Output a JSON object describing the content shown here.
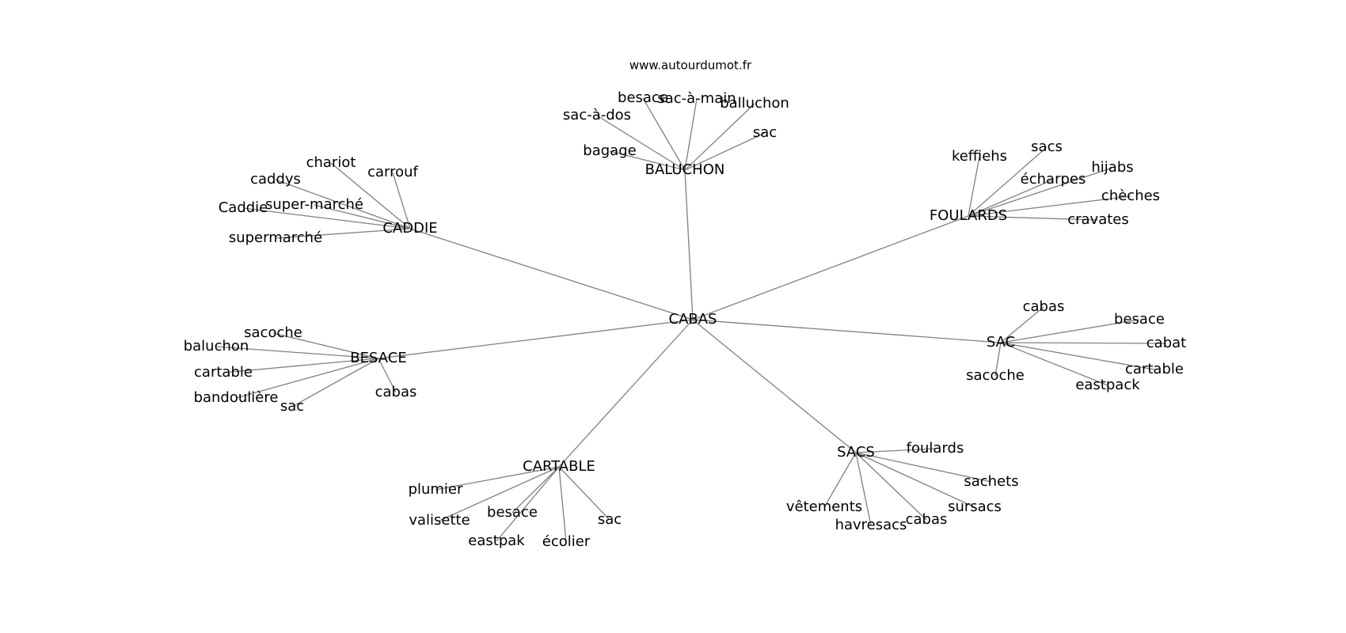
{
  "source": "www.autourdumot.fr",
  "center": "CABAS",
  "groups": [
    {
      "hub": "BALUCHON",
      "words": [
        "sac-à-dos",
        "besace",
        "sac-à-main",
        "balluchon",
        "sac",
        "bagage"
      ]
    },
    {
      "hub": "CADDIE",
      "words": [
        "chariot",
        "carrouf",
        "caddys",
        "super-marché",
        "Caddie",
        "supermarché"
      ]
    },
    {
      "hub": "FOULARDS",
      "words": [
        "keffiehs",
        "sacs",
        "hijabs",
        "écharpes",
        "chèches",
        "cravates"
      ]
    },
    {
      "hub": "BESACE",
      "words": [
        "sacoche",
        "baluchon",
        "cartable",
        "bandoulière",
        "sac",
        "cabas"
      ]
    },
    {
      "hub": "SAC",
      "words": [
        "cabas",
        "besace",
        "cabat",
        "cartable",
        "eastpack",
        "sacoche"
      ]
    },
    {
      "hub": "CARTABLE",
      "words": [
        "plumier",
        "valisette",
        "besace",
        "eastpak",
        "écolier",
        "sac"
      ]
    },
    {
      "hub": "SACS",
      "words": [
        "foulards",
        "sachets",
        "sursacs",
        "cabas",
        "havresacs",
        "vêtements"
      ]
    }
  ]
}
